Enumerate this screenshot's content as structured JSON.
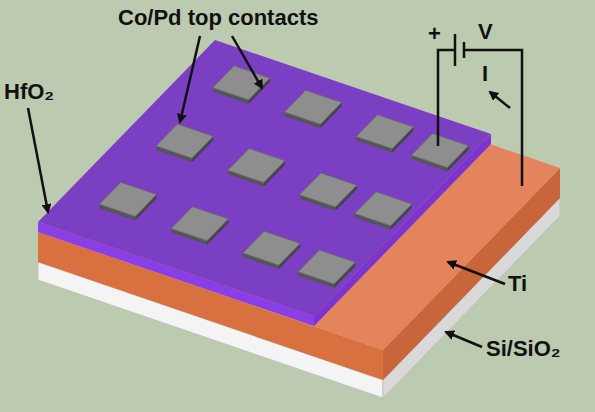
{
  "diagram": {
    "labels": [
      "Co/Pd top contacts",
      "HfO₂",
      "+",
      "V",
      "I",
      "Ti",
      "Si/SiO₂"
    ]
  }
}
